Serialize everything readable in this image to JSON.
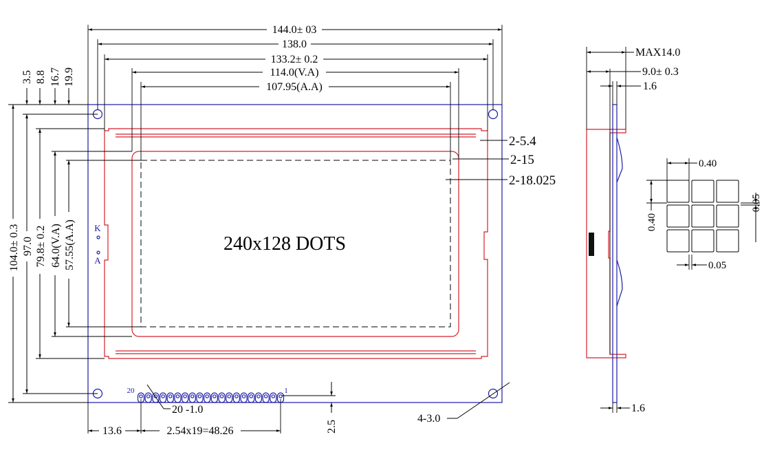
{
  "diagram": {
    "title": "240x128 DOTS",
    "front_view": {
      "horizontal_dims": [
        "144.0± 03",
        "138.0",
        "133.2± 0.2",
        "114.0(V.A)",
        "107.95(A.A)"
      ],
      "vertical_dims": [
        "104.0± 0.3",
        "97.0",
        "79.8± 0.2",
        "64.0(V.A)",
        "57.55(A.A)"
      ],
      "top_small_dims": [
        "3.5",
        "8.8",
        "16.7",
        "19.9"
      ],
      "right_callouts": [
        "2-5.4",
        "2-15",
        "2-18.025"
      ],
      "pin_labels": {
        "left": "20",
        "right": "1"
      },
      "pin_note": "20 -1.0",
      "backlight_labels": [
        "K",
        "A"
      ],
      "bottom_dims": {
        "offset": "13.6",
        "pitch": "2.54x19=48.26",
        "pin_height": "2.5"
      },
      "hole_note": "4-3.0"
    },
    "side_view": {
      "dims": [
        "MAX14.0",
        "9.0± 0.3",
        "1.6",
        "1.6"
      ]
    },
    "dot_detail": {
      "dims": {
        "top": "0.40",
        "left": "0.40",
        "right": "0.05",
        "bottom": "0.05"
      }
    }
  }
}
